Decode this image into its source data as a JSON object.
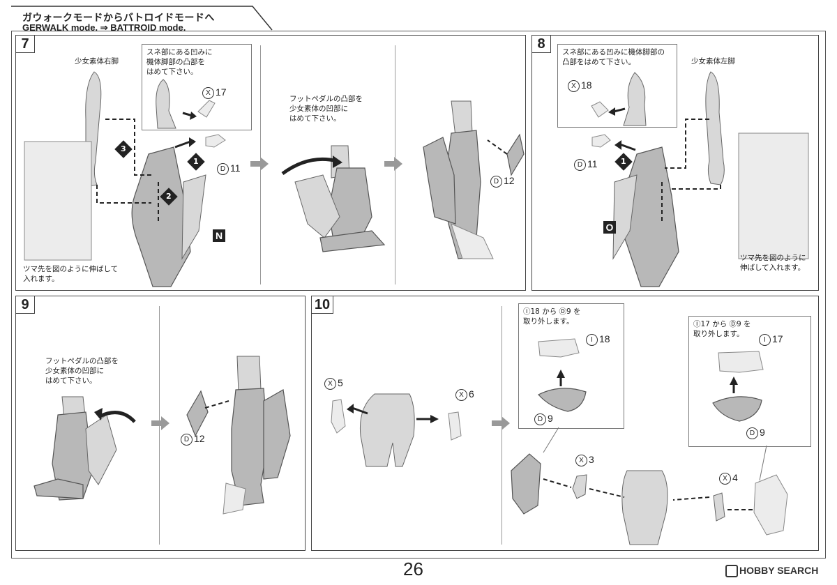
{
  "header": {
    "title_jp": "ガウォークモードからバトロイドモードへ",
    "title_en": "GERWALK mode. ⇒ BATTROID mode."
  },
  "steps": {
    "s7": {
      "number": "7",
      "label_right_leg": "少女素体右脚",
      "callout_note": "スネ部にある凹みに\n機体脚部の凸部を\nはめて下さい。",
      "callout_part": "17",
      "callout_part_letter": "X",
      "toe_note": "ツマ先を図のように伸ばして\n入れます。",
      "part_d11": "11",
      "part_d11_letter": "D",
      "marker_1": "1",
      "marker_2": "2",
      "marker_3": "3",
      "letter_marker": "N",
      "pedal_note": "フットペダルの凸部を\n少女素体の凹部に\nはめて下さい。",
      "part_d12": "12",
      "part_d12_letter": "D"
    },
    "s8": {
      "number": "8",
      "callout_note": "スネ部にある凹みに機体脚部の\n凸部をはめて下さい。",
      "label_left_leg": "少女素体左脚",
      "callout_part": "18",
      "callout_part_letter": "X",
      "part_d11": "11",
      "part_d11_letter": "D",
      "marker_1": "1",
      "letter_marker": "O",
      "toe_note": "ツマ先を図のように\n伸ばして入れます。"
    },
    "s9": {
      "number": "9",
      "pedal_note": "フットペダルの凸部を\n少女素体の凹部に\nはめて下さい。",
      "part_d12": "12",
      "part_d12_letter": "D"
    },
    "s10": {
      "number": "10",
      "part_x5": "5",
      "part_x6": "6",
      "part_x3": "3",
      "part_x4": "4",
      "x_letter": "X",
      "callout_left_note": "Ⓘ18 から Ⓓ9 を\n取り外します。",
      "callout_left_part_i": "18",
      "callout_left_part_d": "9",
      "callout_right_note": "Ⓘ17 から Ⓓ9 を\n取り外します。",
      "callout_right_part_i": "17",
      "callout_right_part_d": "9",
      "i_letter": "I",
      "d_letter": "D"
    }
  },
  "footer": {
    "page_number": "26",
    "brand": "HOBBY SEARCH"
  }
}
